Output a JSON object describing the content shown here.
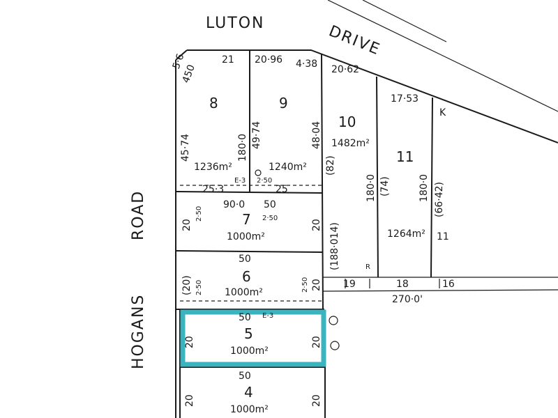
{
  "roads": {
    "luton": "LUTON",
    "drive": "DRIVE",
    "road": "ROAD",
    "hogans": "HOGANS"
  },
  "colors": {
    "ink": "#1a1a1a",
    "highlight": "#3cb4c0",
    "paper": "#ffffff"
  },
  "highlighted_lot": "5",
  "lots": [
    {
      "number": "8",
      "area": "1236m²"
    },
    {
      "number": "9",
      "area": "1240m²"
    },
    {
      "number": "10",
      "area": "1482m²"
    },
    {
      "number": "11",
      "area": "1264m²"
    },
    {
      "number": "7",
      "area": "1000m²"
    },
    {
      "number": "6",
      "area": "1000m²"
    },
    {
      "number": "5",
      "area": "1000m²"
    },
    {
      "number": "4",
      "area": "1000m²"
    }
  ],
  "dimensions": {
    "d_5_6": "5·6",
    "d_450": "450",
    "d_21": "21",
    "d_2096": "20·96",
    "d_438": "4·38",
    "d_2062": "20·62",
    "d_1753": "17·53",
    "d_k": "K",
    "d_4574": "45·74",
    "d_1800_a": "180·0",
    "d_4974": "49·74",
    "d_4804": "48·04",
    "d_82": "(82)",
    "d_1800_b": "180·0",
    "d_74": "(74)",
    "d_1800_c": "180·0",
    "d_6642": "(66·42)",
    "d_e3_a": "E-3",
    "d_250_a": "2·50",
    "d_253": "25·3",
    "d_25": "25",
    "d_900": "90·0",
    "d_50_a": "50",
    "d_250_b": "2·50",
    "d_20_7l": "20",
    "d_250_c": "2·50",
    "d_20_7r": "20",
    "d_188": "(188·014)",
    "d_11": "11",
    "d_50_b": "50",
    "d_20_6l": "(20)",
    "d_250_d": "2·50",
    "d_250_e": "2·50",
    "d_20_6r": "20",
    "d_19": "19",
    "d_r": "R",
    "d_18": "18",
    "d_16": "16",
    "d_2700": "270·0'",
    "d_e3_b": "E-3",
    "d_50_c": "50",
    "d_20_5l": "20",
    "d_20_5r": "20",
    "d_50_d": "50",
    "d_20_4l": "20",
    "d_20_4r": "20"
  }
}
